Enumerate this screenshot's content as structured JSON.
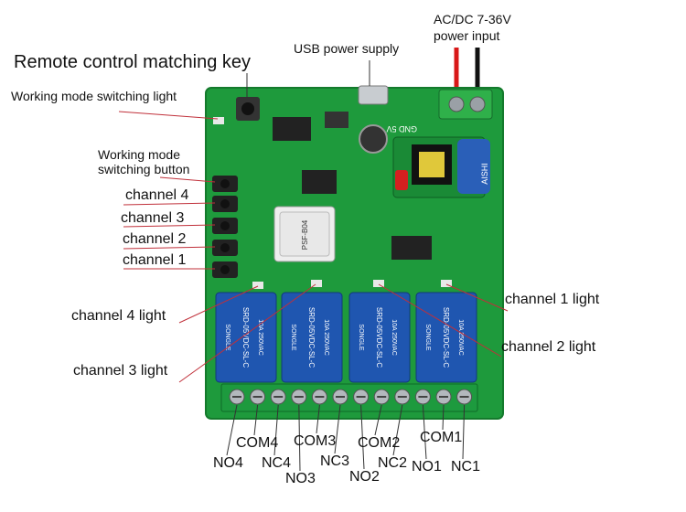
{
  "labels": {
    "remote_key": "Remote control matching key",
    "mode_light": "Working mode switching light",
    "mode_button_line1": "Working mode",
    "mode_button_line2": "switching button",
    "usb": "USB power supply",
    "power_line1": "AC/DC 7-36V",
    "power_line2": "power input",
    "ch4": "channel 4",
    "ch3": "channel 3",
    "ch2": "channel 2",
    "ch1": "channel 1",
    "ch4_light": "channel 4 light",
    "ch3_light": "channel 3 light",
    "ch1_light": "channel 1 light",
    "ch2_light": "channel 2 light"
  },
  "board": {
    "jack_label": "GND 5V",
    "module_label": "PSF-B04",
    "relay_brand": "SONGLE",
    "relay_model": "SRD-05VDC-SL-C",
    "relay_rating": "10A 250VAC",
    "supply_brand": "AISHI"
  },
  "terminals": [
    "NO4",
    "COM4",
    "NC4",
    "NO3",
    "COM3",
    "NC3",
    "NO2",
    "COM2",
    "NC2",
    "NO1",
    "COM1",
    "NC1"
  ],
  "colors": {
    "pcb": "#1e9a3c",
    "pcb_edge": "#147a2c",
    "relay": "#1f56b0",
    "terminal": "#1d9a3e",
    "wire_red": "#d81818",
    "wire_black": "#111111",
    "pointer": "#c0303a"
  }
}
